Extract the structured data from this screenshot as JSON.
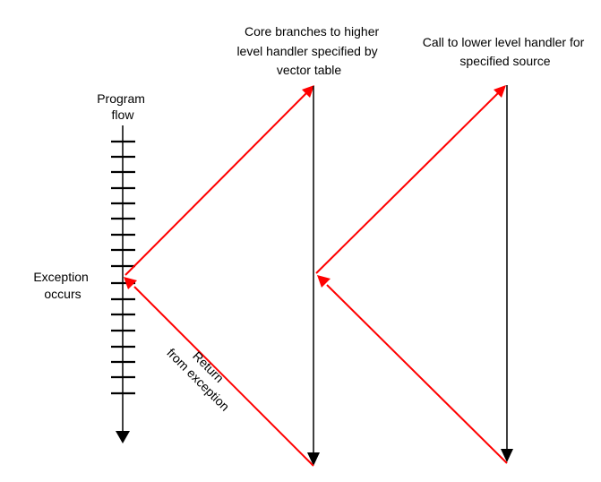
{
  "labels": {
    "program_flow": [
      "Program",
      "flow"
    ],
    "exception_occurs": [
      "Exception",
      "occurs"
    ],
    "core_branches": [
      "Core branches to higher",
      "level handler specified by",
      "vector table"
    ],
    "call_lower": [
      "Call to lower level handler for",
      "specified source"
    ],
    "return": [
      "Return",
      "from exception"
    ]
  },
  "colors": {
    "flow_line": "#000000",
    "branch_arrow": "#ff0000"
  },
  "icons": {
    "arrowhead": "triangle"
  }
}
